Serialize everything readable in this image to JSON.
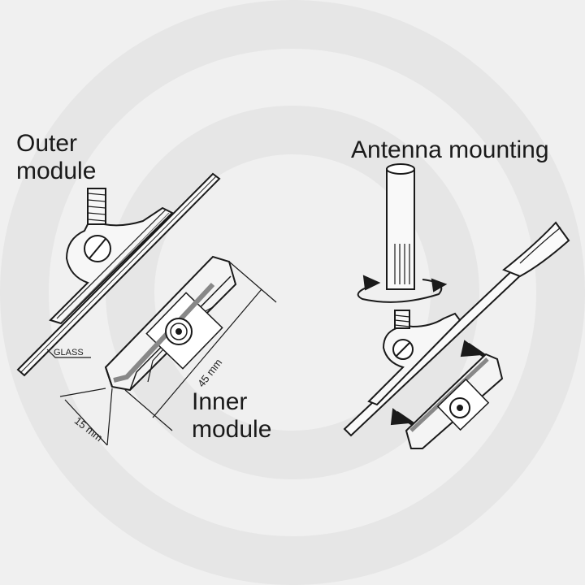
{
  "labels": {
    "outer_module": "Outer\nmodule",
    "inner_module": "Inner\nmodule",
    "antenna_mounting": "Antenna mounting",
    "glass": "GLASS",
    "dim_45": "45 mm",
    "dim_15": "15 mm"
  },
  "colors": {
    "background": "#f0f0f0",
    "watermark": "#e8e8e8",
    "line": "#1a1a1a",
    "shade": "#9a9a9a"
  }
}
